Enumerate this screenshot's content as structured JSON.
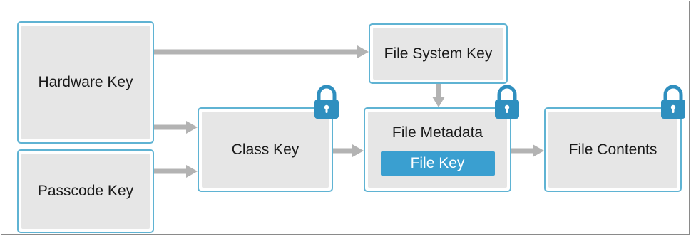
{
  "diagram": {
    "nodes": {
      "hardware_key": "Hardware Key",
      "passcode_key": "Passcode Key",
      "file_system_key": "File System Key",
      "class_key": "Class Key",
      "file_metadata": "File Metadata",
      "file_key": "File Key",
      "file_contents": "File Contents"
    },
    "locked_nodes": [
      "Class Key",
      "File Metadata",
      "File Contents"
    ],
    "edges": [
      {
        "from": "Hardware Key",
        "to": "File System Key"
      },
      {
        "from": "Hardware Key",
        "to": "Class Key"
      },
      {
        "from": "Passcode Key",
        "to": "Class Key"
      },
      {
        "from": "File System Key",
        "to": "File Metadata"
      },
      {
        "from": "Class Key",
        "to": "File Metadata"
      },
      {
        "from": "File Metadata",
        "to": "File Contents"
      }
    ]
  },
  "colors": {
    "box_border": "#5fb3d3",
    "box_fill": "#e6e6e6",
    "file_key_fill": "#3a9fd0",
    "arrow": "#b3b3b3",
    "lock": "#2f8fbf"
  },
  "icons": {
    "lock": "padlock-icon"
  }
}
